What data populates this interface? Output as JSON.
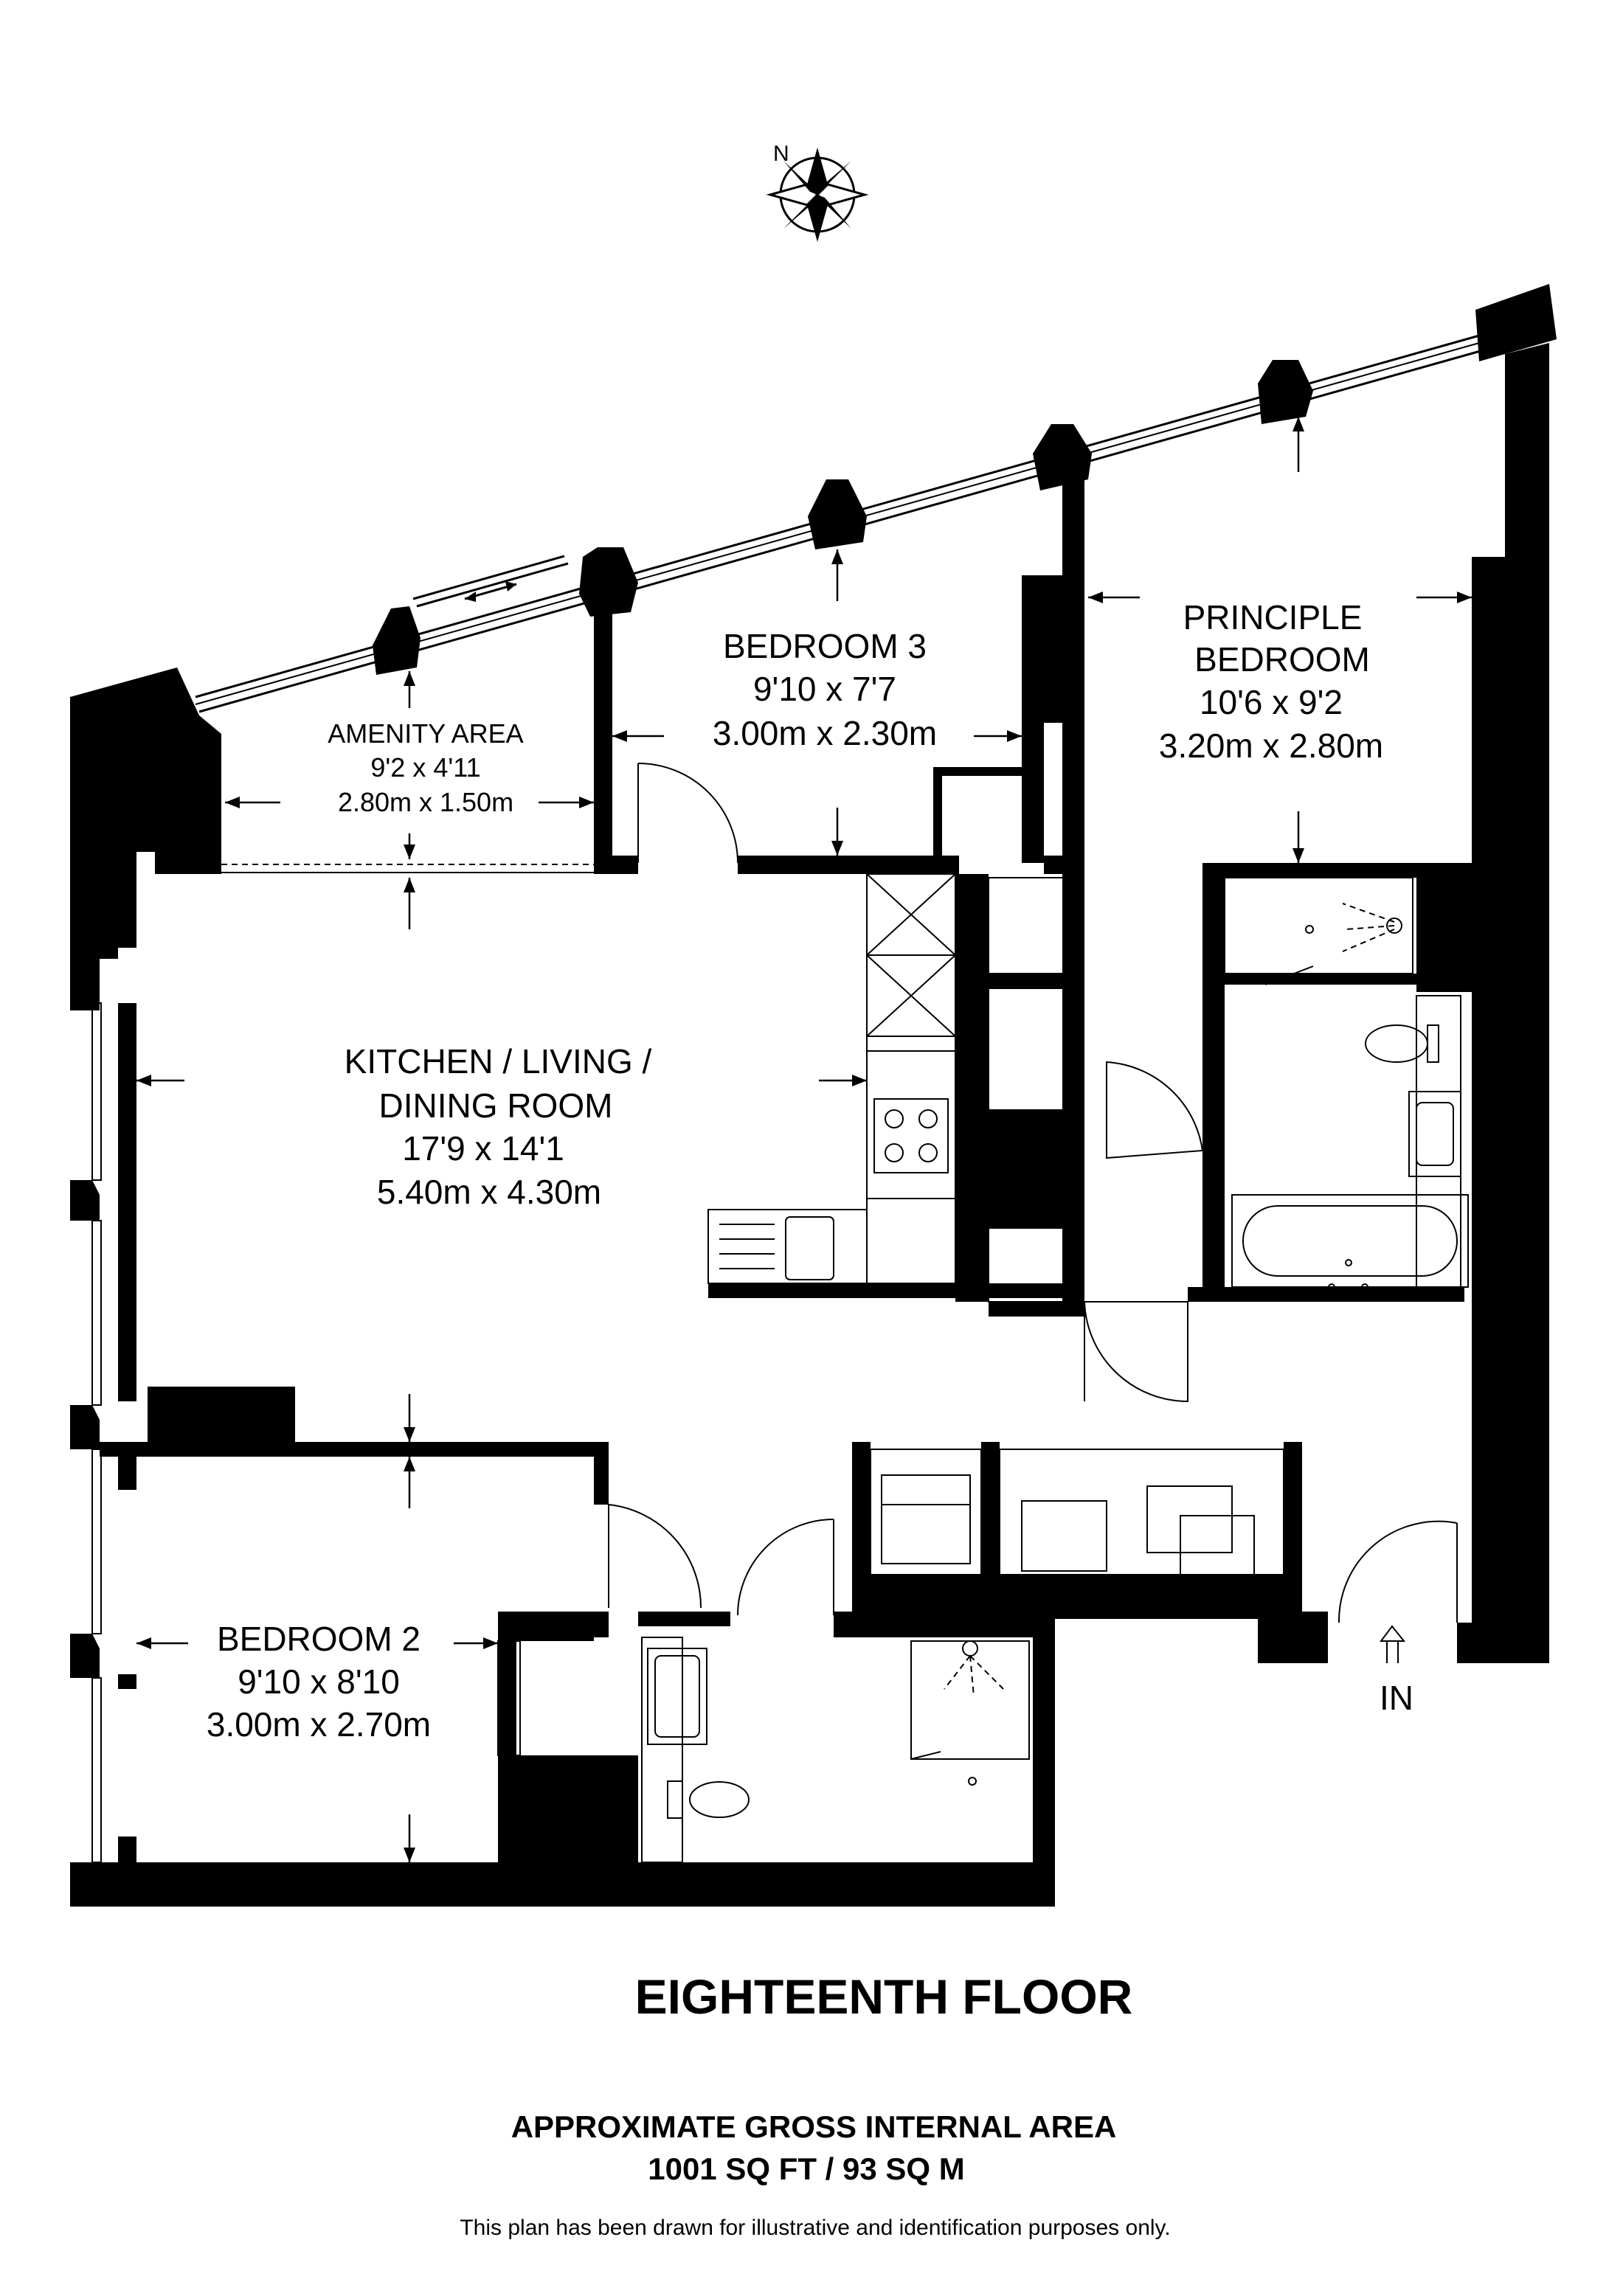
{
  "compass": {
    "label": "N"
  },
  "rooms": {
    "amenity": {
      "name": "AMENITY AREA",
      "imperial": "9'2 x 4'11",
      "metric": "2.80m x 1.50m"
    },
    "bedroom3": {
      "name": "BEDROOM 3",
      "imperial": "9'10 x 7'7",
      "metric": "3.00m x 2.30m"
    },
    "principle": {
      "name_line1": "PRINCIPLE",
      "name_line2": "BEDROOM",
      "imperial": "10'6 x 9'2",
      "metric": "3.20m x 2.80m"
    },
    "kitchen": {
      "name_line1": "KITCHEN / LIVING /",
      "name_line2": "DINING ROOM",
      "imperial": "17'9 x 14'1",
      "metric": "5.40m x 4.30m"
    },
    "bedroom2": {
      "name": "BEDROOM 2",
      "imperial": "9'10 x 8'10",
      "metric": "3.00m x 2.70m"
    }
  },
  "entrance": {
    "label": "IN"
  },
  "footer": {
    "floor": "EIGHTEENTH FLOOR",
    "area_title": "APPROXIMATE GROSS INTERNAL AREA",
    "area_value": "1001 SQ FT / 93 SQ M",
    "disclaimer": "This plan has been drawn for illustrative and identification purposes only."
  }
}
